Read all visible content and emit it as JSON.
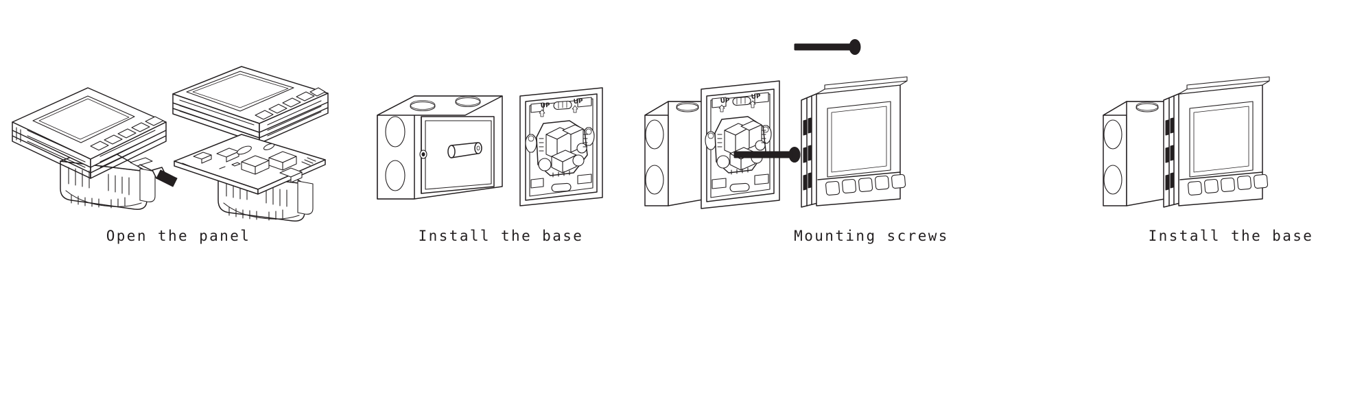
{
  "document": {
    "type": "installation-diagram",
    "subject": "wall touch thermostat installation",
    "background_color": "#ffffff",
    "line_color": "#231f20",
    "step_count": 4
  },
  "steps": [
    {
      "index": 1,
      "caption": "Open the panel",
      "parts": [
        "front panel with display and five buttons",
        "detached front panel",
        "internal circuit board module",
        "screwdriver"
      ]
    },
    {
      "index": 2,
      "caption": "Install the base",
      "parts": [
        "wall back box with knockout holes",
        "mounting base plate with terminals"
      ]
    },
    {
      "index": 3,
      "caption": "Mounting screws",
      "parts": [
        "back box with base plate fitted",
        "mounting screw upper",
        "mounting screw lower",
        "thermostat front panel"
      ]
    },
    {
      "index": 4,
      "caption": "Install the base",
      "parts": [
        "assembled thermostat mounted on back box"
      ]
    }
  ],
  "markings": {
    "orientation_label": "UP",
    "orientation_arrow": "up-arrow"
  },
  "display": {
    "screen_label": "",
    "button_count": 5
  },
  "colors": {
    "line": "#231f20",
    "fill_white": "#ffffff",
    "fill_shadow": "#e8e8e8",
    "screw_dark": "#231f20"
  }
}
